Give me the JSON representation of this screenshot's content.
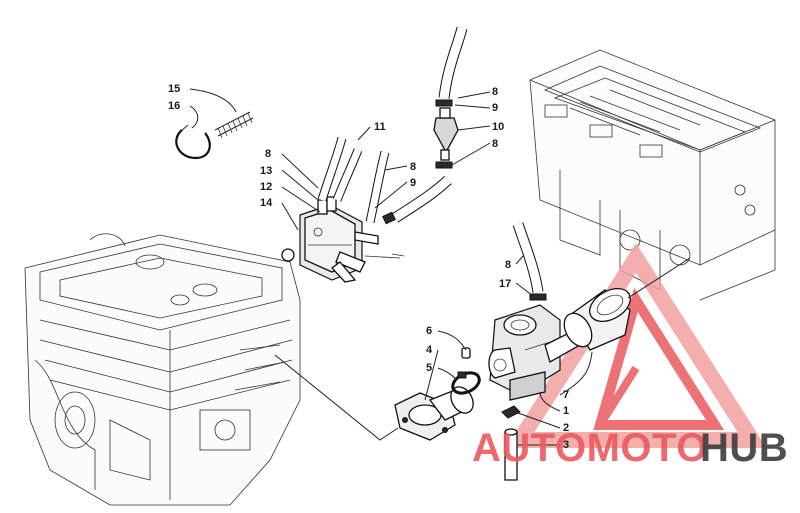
{
  "callouts": [
    {
      "id": "c15",
      "text": "15"
    },
    {
      "id": "c16",
      "text": "16"
    },
    {
      "id": "c11",
      "text": "11"
    },
    {
      "id": "c8a",
      "text": "8"
    },
    {
      "id": "c13",
      "text": "13"
    },
    {
      "id": "c12",
      "text": "12"
    },
    {
      "id": "c14",
      "text": "14"
    },
    {
      "id": "c8b",
      "text": "8"
    },
    {
      "id": "c9a",
      "text": "9"
    },
    {
      "id": "c8top",
      "text": "8"
    },
    {
      "id": "c9top",
      "text": "9"
    },
    {
      "id": "c10",
      "text": "10"
    },
    {
      "id": "c8c",
      "text": "8"
    },
    {
      "id": "c8d",
      "text": "8"
    },
    {
      "id": "c17",
      "text": "17"
    },
    {
      "id": "c6",
      "text": "6"
    },
    {
      "id": "c4",
      "text": "4"
    },
    {
      "id": "c5",
      "text": "5"
    },
    {
      "id": "c7",
      "text": "7"
    },
    {
      "id": "c1",
      "text": "1"
    },
    {
      "id": "c2",
      "text": "2"
    },
    {
      "id": "c3",
      "text": "3"
    }
  ],
  "watermark": {
    "part1": "AUTOMOTO",
    "part2": "HUB",
    "colors": {
      "red": "#e8454a",
      "light_red": "#f3a3a3",
      "dark": "#3b3b3b"
    }
  }
}
